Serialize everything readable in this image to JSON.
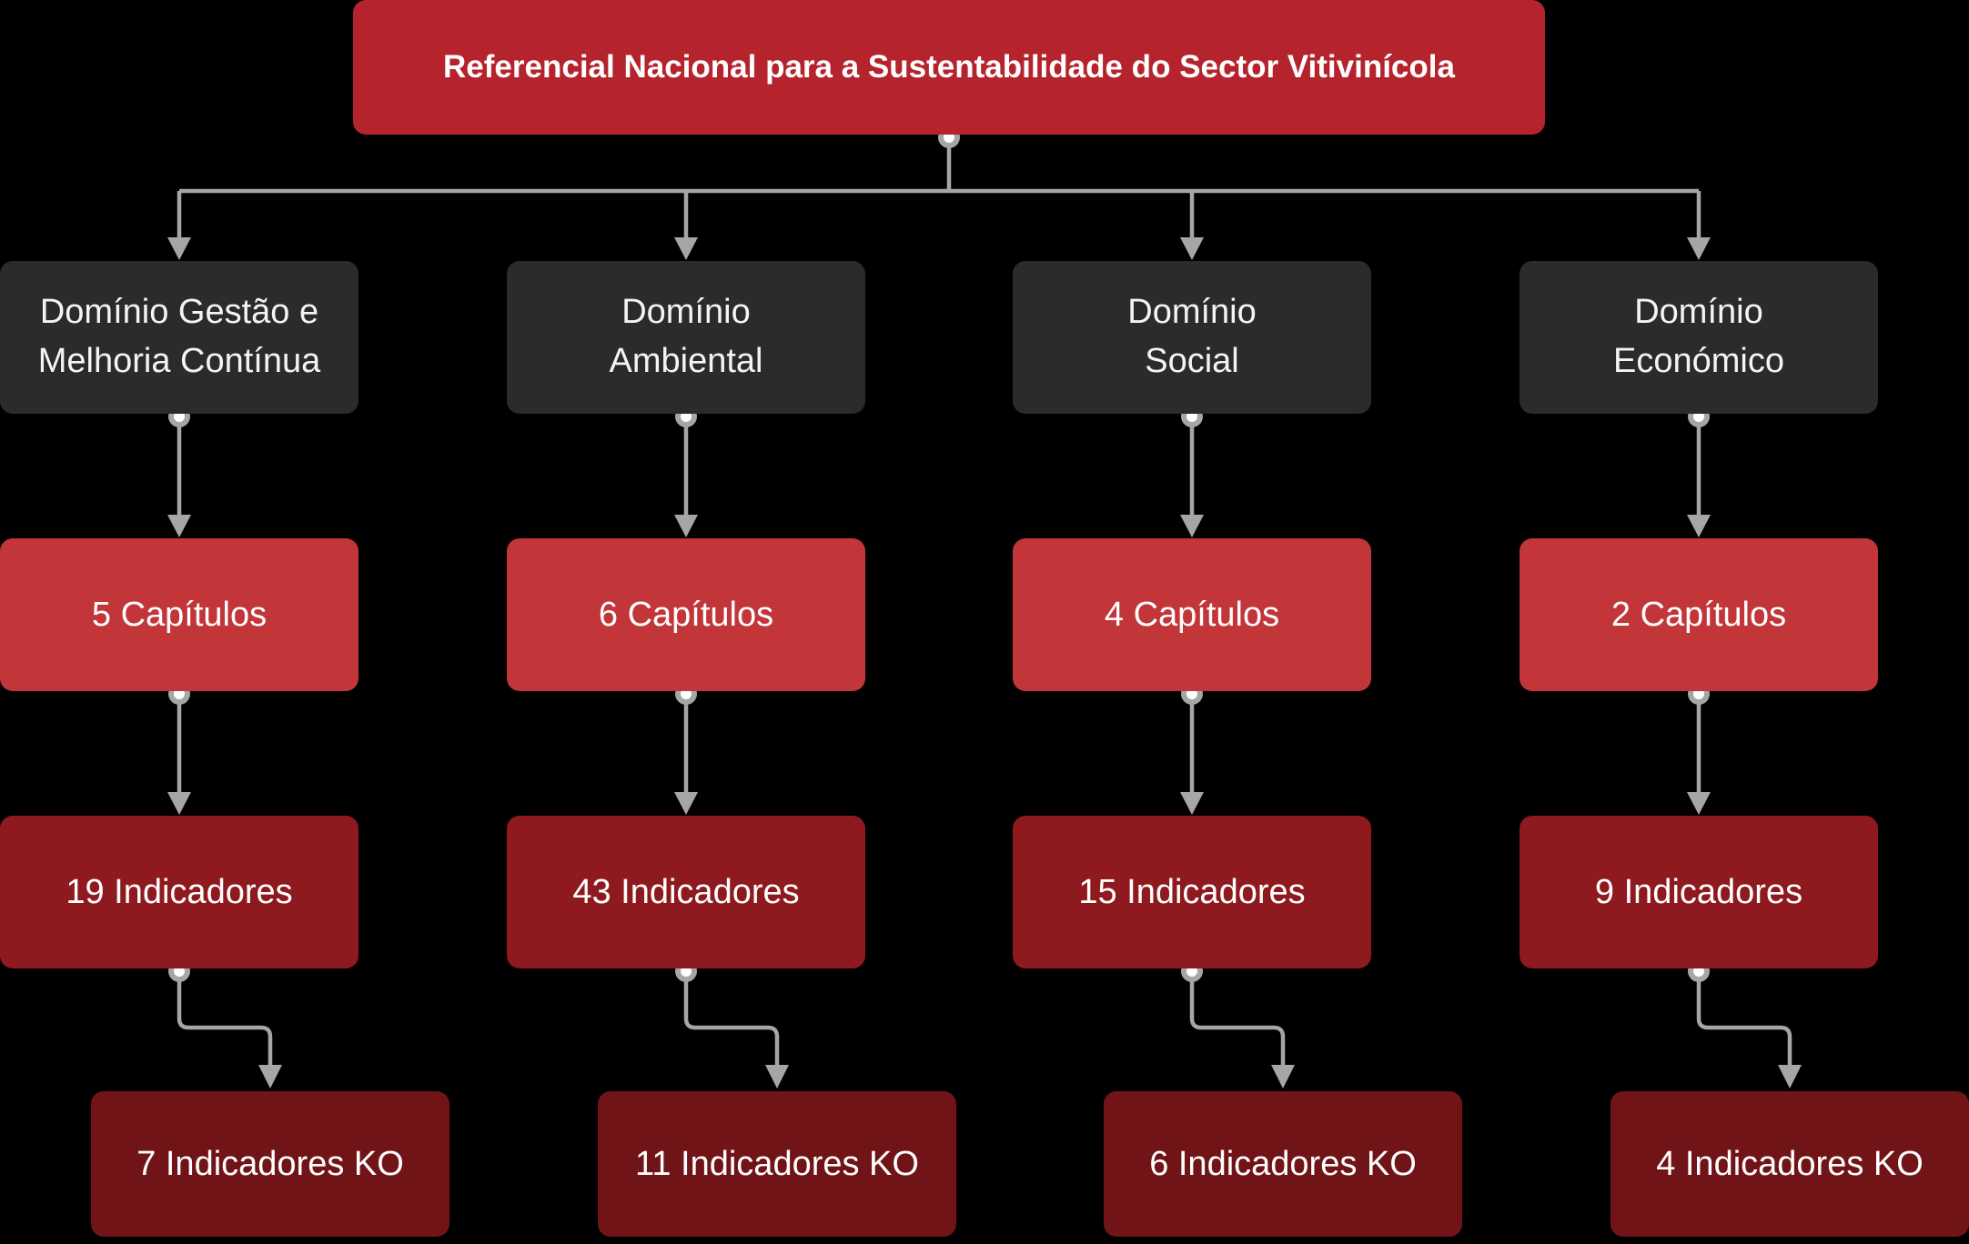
{
  "diagram": {
    "title": "Referencial Nacional para a Sustentabilidade do Sector Vitivinícola",
    "columns": [
      {
        "domain": "Domínio Gestão e Melhoria Contínua",
        "domain_lines": [
          "Domínio Gestão e",
          "Melhoria Contínua"
        ],
        "capitulos": "5 Capítulos",
        "indicadores": "19 Indicadores",
        "indicadores_ko": "7 Indicadores KO"
      },
      {
        "domain": "Domínio Ambiental",
        "domain_lines": [
          "Domínio",
          "Ambiental"
        ],
        "capitulos": "6 Capítulos",
        "indicadores": "43 Indicadores",
        "indicadores_ko": "11 Indicadores KO"
      },
      {
        "domain": "Domínio Social",
        "domain_lines": [
          "Domínio",
          "Social"
        ],
        "capitulos": "4 Capítulos",
        "indicadores": "15 Indicadores",
        "indicadores_ko": "6 Indicadores KO"
      },
      {
        "domain": "Domínio Económico",
        "domain_lines": [
          "Domínio",
          "Económico"
        ],
        "capitulos": "2 Capítulos",
        "indicadores": "9 Indicadores",
        "indicadores_ko": "4 Indicadores KO"
      }
    ],
    "colors": {
      "background": "#000000",
      "title_box": "#b5232c",
      "domain_box": "#2b2b2d",
      "capitulos_box": "#c23539",
      "indicadores_box": "#8e191e",
      "indicadores_ko_box": "#701418",
      "connector": "#a6a6a6",
      "text": "#ffffff"
    }
  }
}
